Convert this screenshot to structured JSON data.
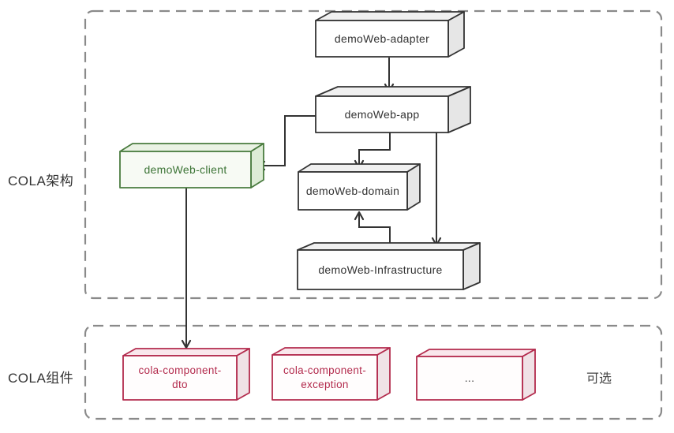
{
  "colors": {
    "box_stroke": "#333333",
    "box_top_fill": "#f0f0f0",
    "box_side_fill": "#e6e6e6",
    "green_accent": "#4a7c3f",
    "green_top_fill": "#eaf2e4",
    "green_side_fill": "#ddecd6",
    "red_accent": "#b32b4d",
    "red_top_fill": "#f9e7ec",
    "red_side_fill": "#f0e2e6",
    "dashed_border": "#8a8a8a",
    "arrow": "#333333"
  },
  "sections": {
    "architecture": {
      "label": "COLA架构"
    },
    "components": {
      "label": "COLA组件",
      "note": "可选"
    }
  },
  "nodes": {
    "adapter": {
      "label": "demoWeb-adapter"
    },
    "app": {
      "label": "demoWeb-app"
    },
    "client": {
      "label": "demoWeb-client"
    },
    "domain": {
      "label": "demoWeb-domain"
    },
    "infrastructure": {
      "label": "demoWeb-Infrastructure"
    },
    "dto": {
      "line1": "cola-component-",
      "line2": "dto"
    },
    "exception": {
      "line1": "cola-component-",
      "line2": "exception"
    },
    "more": {
      "label": "..."
    }
  },
  "edges": [
    {
      "from": "demoWeb-adapter",
      "to": "demoWeb-app"
    },
    {
      "from": "demoWeb-app",
      "to": "demoWeb-client"
    },
    {
      "from": "demoWeb-app",
      "to": "demoWeb-domain"
    },
    {
      "from": "demoWeb-app",
      "to": "demoWeb-Infrastructure"
    },
    {
      "from": "demoWeb-Infrastructure",
      "to": "demoWeb-domain"
    },
    {
      "from": "demoWeb-client",
      "to": "cola-component-dto"
    }
  ]
}
